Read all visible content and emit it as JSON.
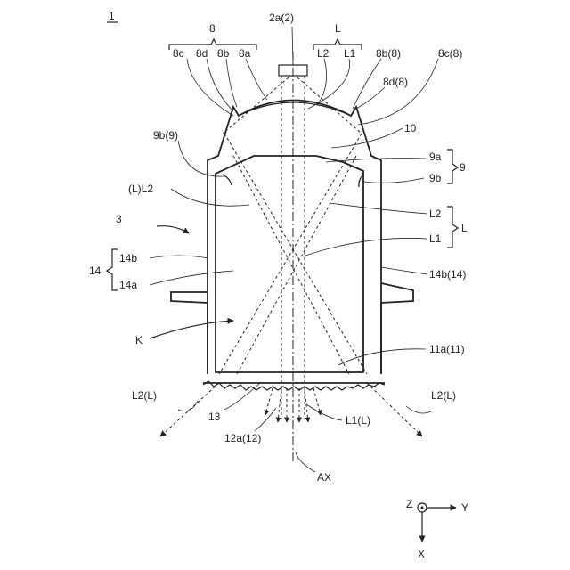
{
  "figure_number": "1",
  "labels": {
    "l8": "8",
    "l2a": "2a(2)",
    "lL_top": "L",
    "l8c_left": "8c",
    "l8d_left": "8d",
    "l8b_left": "8b",
    "l8a": "8a",
    "lL2_top": "L2",
    "lL1_top": "L1",
    "l8b8": "8b(8)",
    "l8c8": "8c(8)",
    "l8d8": "8d(8)",
    "l9b9_left": "9b(9)",
    "l10": "10",
    "l9a": "9a",
    "l9_right": "9",
    "l9b_right": "9b",
    "lLL2": "(L)L2",
    "lL2_mid": "L2",
    "lL_mid": "L",
    "lL1_mid": "L1",
    "l3": "3",
    "l14": "14",
    "l14b": "14b",
    "l14a": "14a",
    "l14b14": "14b(14)",
    "lK": "K",
    "l11a11": "11a(11)",
    "lL2L_left": "L2(L)",
    "lL2L_right": "L2(L)",
    "l13": "13",
    "lL1L": "L1(L)",
    "l12a12": "12a(12)",
    "lAX": "AX",
    "lZ": "Z",
    "lY": "Y",
    "lX": "X"
  }
}
